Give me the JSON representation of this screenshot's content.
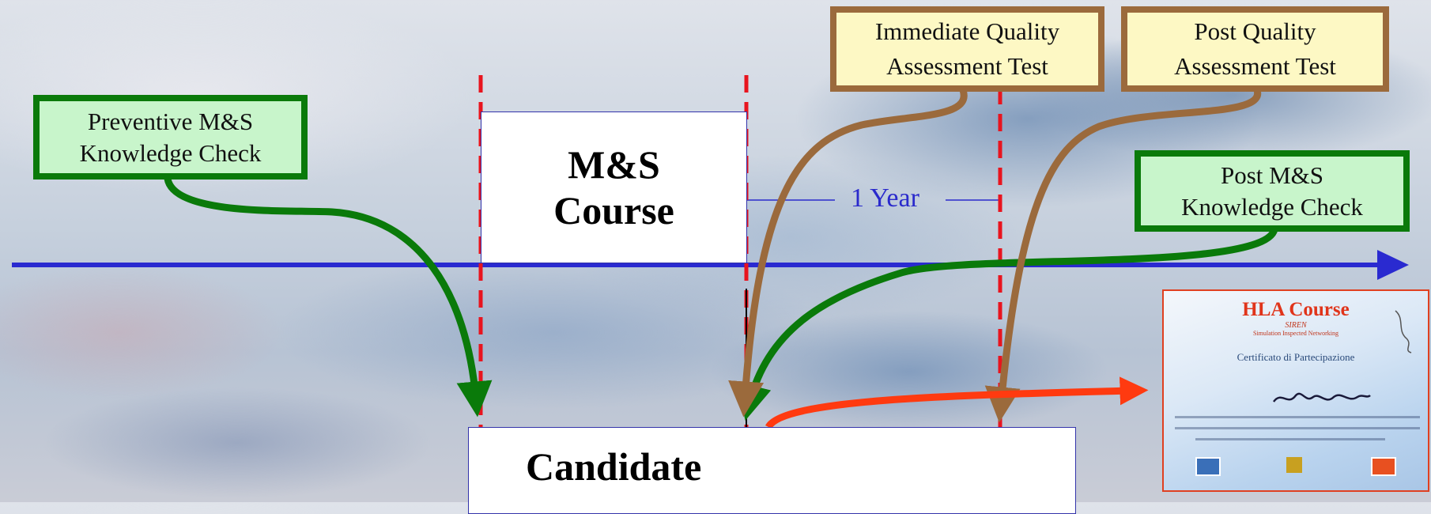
{
  "boxes": {
    "preventive_check": {
      "line1": "Preventive M&S",
      "line2": "Knowledge Check"
    },
    "immediate_test": {
      "line1": "Immediate Quality",
      "line2": "Assessment  Test"
    },
    "post_test": {
      "line1": "Post Quality",
      "line2": "Assessment  Test"
    },
    "post_check": {
      "line1": "Post M&S",
      "line2": "Knowledge Check"
    },
    "course": {
      "line1": "M&S",
      "line2": "Course"
    },
    "candidate": {
      "label": "Candidate"
    }
  },
  "interval": {
    "label": "1 Year"
  },
  "certificate": {
    "title": "HLA Course",
    "subtitle": "SIREN",
    "caption": "Simulation Inspected Networking",
    "heading": "Certificato di Partecipazione"
  },
  "colors": {
    "timeline": "#2a2ad0",
    "green_arrow": "#0a7a0a",
    "brown_arrow": "#9b6a3c",
    "red_arrow": "#ff3a10",
    "dashed_lines": "#e8141e"
  }
}
